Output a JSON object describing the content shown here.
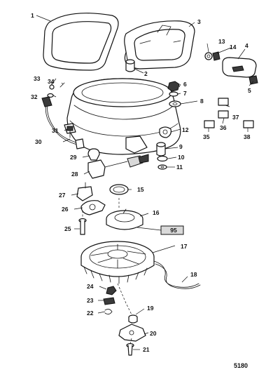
{
  "diagram": {
    "callouts": {
      "c1": "1",
      "c2": "2",
      "c3": "3",
      "c4": "4",
      "c5": "5",
      "c6": "6",
      "c7": "7",
      "c8": "8",
      "c9": "9",
      "c10": "10",
      "c11": "11",
      "c12": "12",
      "c13": "13",
      "c14": "14",
      "c15": "15",
      "c16": "16",
      "c17": "17",
      "c18": "18",
      "c19": "19",
      "c20": "20",
      "c21": "21",
      "c22": "22",
      "c23": "23",
      "c24": "24",
      "c25": "25",
      "c26": "26",
      "c27": "27",
      "c28": "28",
      "c29": "29",
      "c30": "30",
      "c31": "31",
      "c32": "32",
      "c33": "33",
      "c34": "34",
      "c35": "35",
      "c36": "36",
      "c37": "37",
      "c38": "38"
    },
    "tag_label": "95",
    "drawing_number": "5180"
  }
}
